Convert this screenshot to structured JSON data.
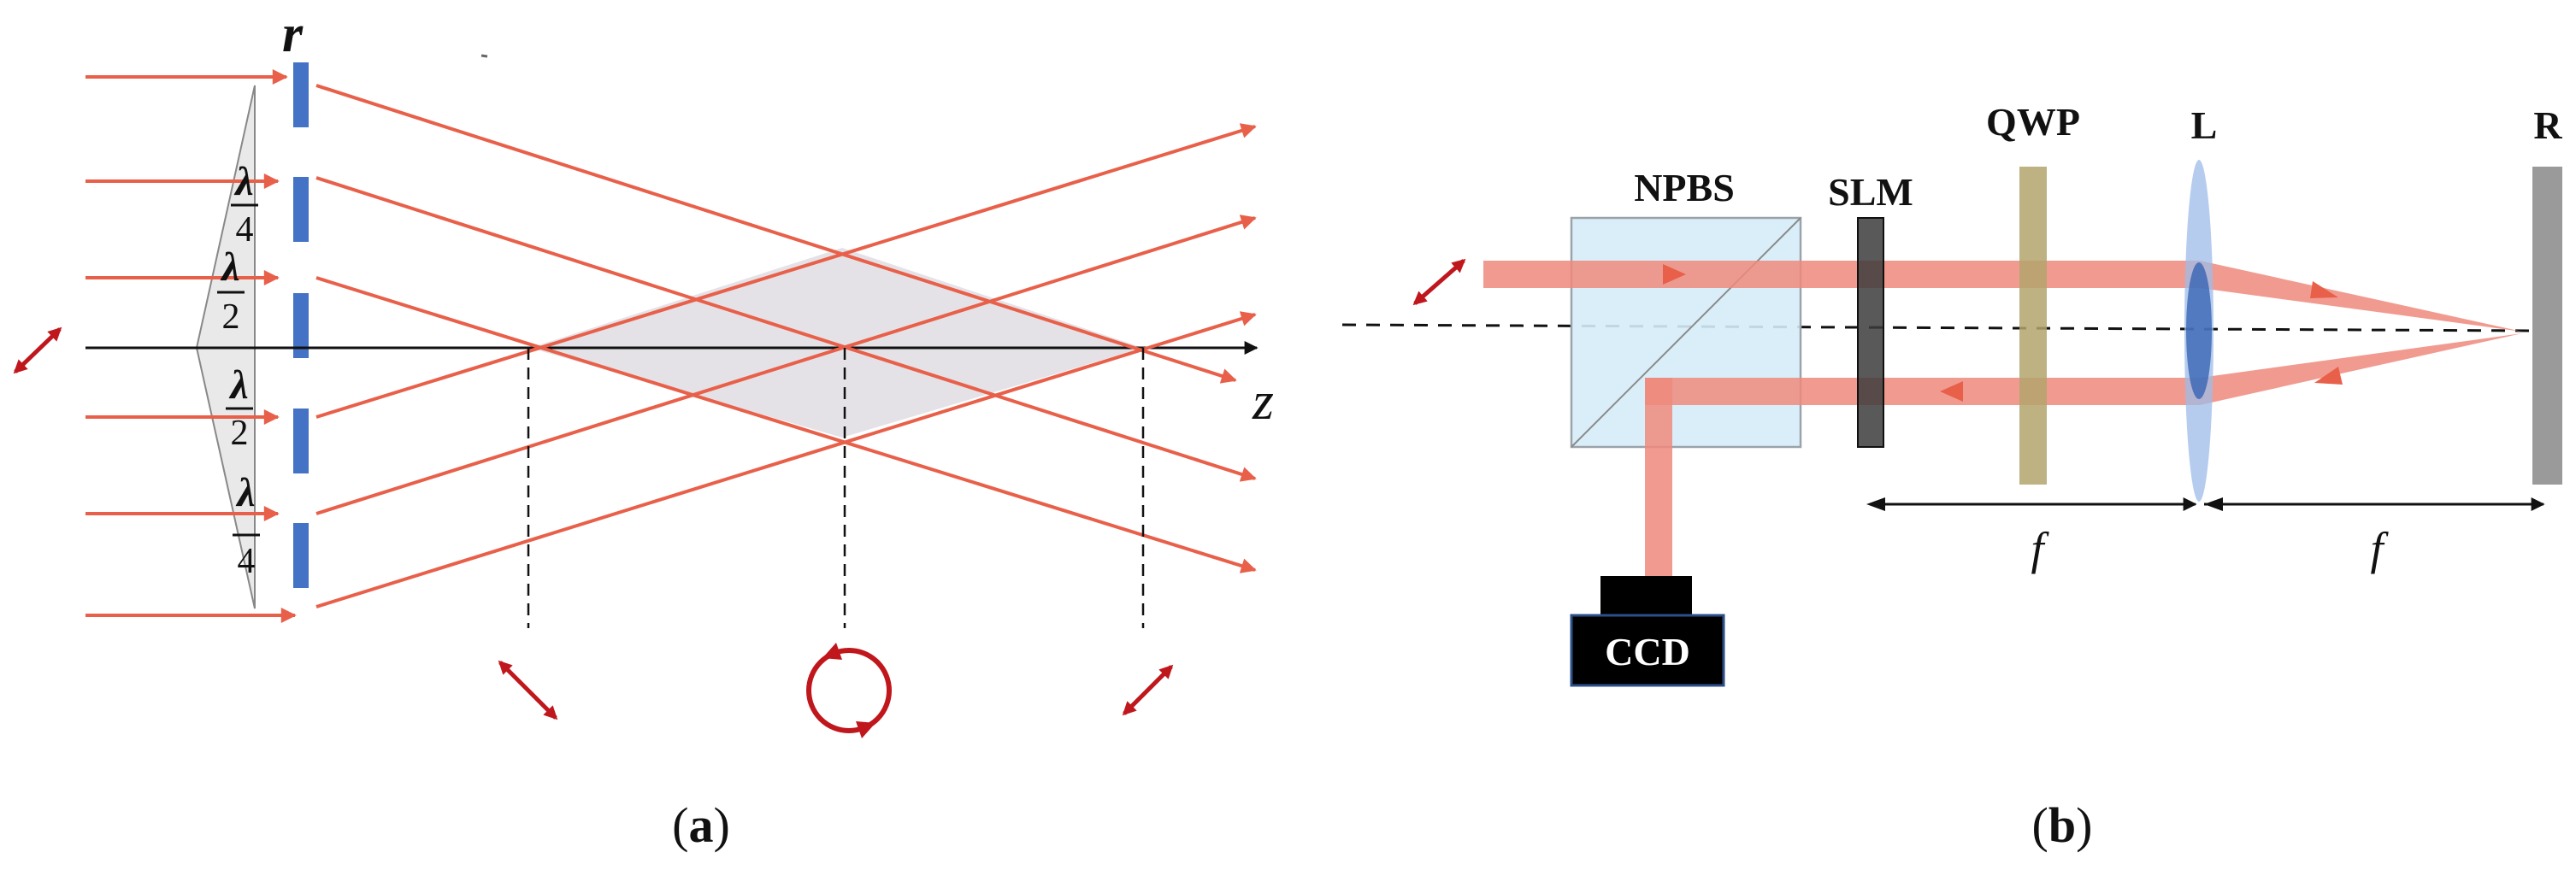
{
  "colors": {
    "ray": "#e8604a",
    "beam": "#ef8a7c",
    "beam_arrow": "#e8604a",
    "pol_arrow": "#c0171d",
    "wave_plate": "#4472c4",
    "shade": "#e4e2e6",
    "cube": "#d6ecf8",
    "slm": "#3c3c3c",
    "qwp": "#b3a46c",
    "lens": "#9dbbe8",
    "mirror": "#9a9a9a",
    "ccd": "#000000"
  },
  "panel_a": {
    "label_open": "(",
    "label_letter": "a",
    "label_close": ")",
    "plate_label": "r",
    "lambda": "λ",
    "denom_top": "4",
    "denom_mid_upper": "2",
    "denom_mid_lower": "2",
    "denom_bottom": "4",
    "axis_label": "z",
    "polarization_icons": [
      "linear-left",
      "linear-diagonal",
      "circular",
      "linear-anti-diagonal"
    ]
  },
  "panel_b": {
    "label_open": "(",
    "label_letter": "b",
    "label_close": ")",
    "npbs": "NPBS",
    "slm": "SLM",
    "qwp": "QWP",
    "lens": "L",
    "mirror": "R",
    "ccd": "CCD",
    "focal_left": "f",
    "focal_right": "f"
  }
}
